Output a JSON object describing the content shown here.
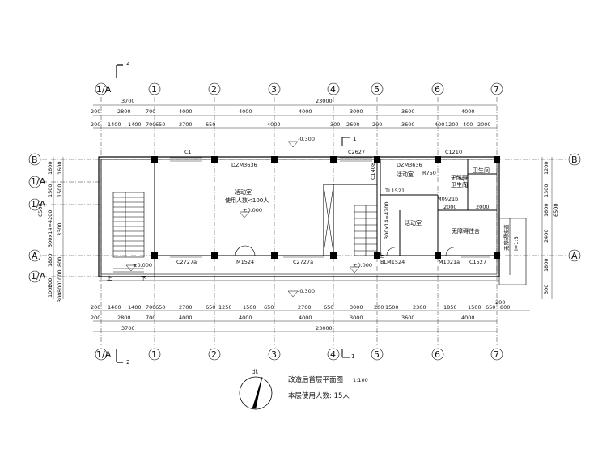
{
  "axis_labels": {
    "top_left": "1/A",
    "cols": [
      "1",
      "2",
      "3",
      "4",
      "5",
      "6",
      "7"
    ],
    "rows": {
      "B": "B",
      "A": "A",
      "half_B": "1/A",
      "half_A": "1/A"
    },
    "sec_top": "2",
    "sec_bottom": "2",
    "sec_mark_top": "1",
    "sec_mark_bottom": "1"
  },
  "dims_top": {
    "row1": [
      "3700",
      "23000"
    ],
    "row2": [
      "200",
      "2800",
      "700",
      "4000",
      "4000",
      "4000",
      "3000",
      "3600",
      "4000"
    ],
    "row3": [
      "200",
      "1400",
      "1400",
      "700",
      "650",
      "2700",
      "650",
      "4000",
      "300",
      "2600",
      "200",
      "3600",
      "400",
      "1200",
      "400",
      "2000"
    ]
  },
  "dims_bottom": {
    "row1": [
      "200",
      "1400",
      "1400",
      "700",
      "650",
      "2700",
      "650",
      "1250",
      "1500",
      "650",
      "2700",
      "650",
      "3000",
      "200",
      "1500",
      "2300",
      "1850",
      "1500",
      "650",
      "800",
      "200"
    ],
    "row2": [
      "200",
      "2800",
      "700",
      "4000",
      "4000",
      "4000",
      "3000",
      "3600",
      "4000"
    ],
    "row3": [
      "3700",
      "23000"
    ]
  },
  "dims_left": [
    "1600",
    "1600",
    "1500",
    "1500",
    "3300",
    "300x14=4200",
    "800",
    "1800",
    "500",
    "1000",
    "800",
    "1000",
    "300",
    "6500"
  ],
  "dims_right": [
    "1200",
    "1300",
    "1600",
    "2400",
    "1800",
    "6500",
    "300"
  ],
  "rooms": {
    "activity_main": "活动室",
    "activity_main_sub": "使用人数<100人",
    "activity_small": "活动室",
    "activity_mid": "活动室",
    "accessible_room": "无障碍住舍",
    "toilet": "卫生间",
    "accessible_toilet_1": "无障碍",
    "accessible_toilet_2": "卫生间",
    "ramp_note": "无障碍坡道",
    "ramp_slope": "i=1:8"
  },
  "levels": {
    "l1": "-0.300",
    "l2": "±0.000",
    "l3": "±0.000",
    "l4": "±0.000",
    "l5": "-0.300"
  },
  "openings": {
    "c1": "C1",
    "dzm1": "DZM3636",
    "c2627": "C2627",
    "dzm2": "DZM3636",
    "c1210": "C1210",
    "c1408": "C1408",
    "r750": "R750",
    "tl1521": "TL1521",
    "m0921": "M0921b",
    "stair_note": "300x14=4200",
    "c2727a_1": "C2727a",
    "m1524": "M1524",
    "c2727a_2": "C2727a",
    "blm1524": "BLM1524",
    "m1021": "M1021a",
    "c1527": "C1527",
    "dim2000a": "2000",
    "dim2000b": "2000"
  },
  "up_marks": {
    "u1": "上",
    "u2": "上",
    "u3": "下"
  },
  "title": {
    "line1": "改造后首层平面图",
    "scale": "1:100",
    "line2": "本层使用人数: 15人"
  },
  "north": "北"
}
